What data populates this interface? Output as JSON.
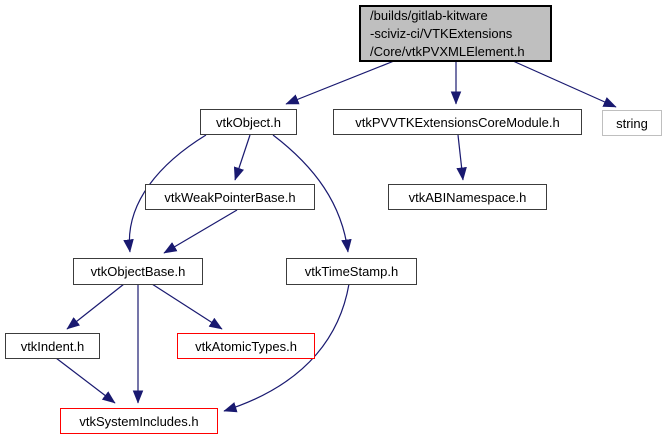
{
  "diagram": {
    "type": "include-dependency-graph",
    "title_node": {
      "lines": [
        "/builds/gitlab-kitware",
        "-sciviz-ci/VTKExtensions",
        "/Core/vtkPVXMLElement.h"
      ],
      "full_path": "/builds/gitlab-kitware-sciviz-ci/VTKExtensions/Core/vtkPVXMLElement.h"
    },
    "nodes": {
      "vtkObject": {
        "label": "vtkObject.h"
      },
      "coreModule": {
        "label": "vtkPVVTKExtensionsCoreModule.h"
      },
      "stringNode": {
        "label": "string"
      },
      "weakPointerBase": {
        "label": "vtkWeakPointerBase.h"
      },
      "abiNamespace": {
        "label": "vtkABINamespace.h"
      },
      "objectBase": {
        "label": "vtkObjectBase.h"
      },
      "timeStamp": {
        "label": "vtkTimeStamp.h"
      },
      "indent": {
        "label": "vtkIndent.h"
      },
      "atomicTypes": {
        "label": "vtkAtomicTypes.h"
      },
      "systemIncludes": {
        "label": "vtkSystemIncludes.h"
      }
    },
    "edges": [
      {
        "from": "/Core/vtkPVXMLElement.h",
        "to": "vtkObject.h"
      },
      {
        "from": "/Core/vtkPVXMLElement.h",
        "to": "vtkPVVTKExtensionsCoreModule.h"
      },
      {
        "from": "/Core/vtkPVXMLElement.h",
        "to": "string"
      },
      {
        "from": "vtkObject.h",
        "to": "vtkWeakPointerBase.h"
      },
      {
        "from": "vtkObject.h",
        "to": "vtkObjectBase.h"
      },
      {
        "from": "vtkObject.h",
        "to": "vtkTimeStamp.h"
      },
      {
        "from": "vtkPVVTKExtensionsCoreModule.h",
        "to": "vtkABINamespace.h"
      },
      {
        "from": "vtkWeakPointerBase.h",
        "to": "vtkObjectBase.h"
      },
      {
        "from": "vtkObjectBase.h",
        "to": "vtkIndent.h"
      },
      {
        "from": "vtkObjectBase.h",
        "to": "vtkAtomicTypes.h"
      },
      {
        "from": "vtkObjectBase.h",
        "to": "vtkSystemIncludes.h"
      },
      {
        "from": "vtkIndent.h",
        "to": "vtkSystemIncludes.h"
      },
      {
        "from": "vtkTimeStamp.h",
        "to": "vtkSystemIncludes.h"
      }
    ],
    "colors": {
      "edge": "#191970",
      "title_fill": "#bfbfbf",
      "node_border": "#3c3c3c",
      "truncated_border": "#ff0000",
      "external_border": "#bfbfbf",
      "background": "#ffffff"
    }
  }
}
